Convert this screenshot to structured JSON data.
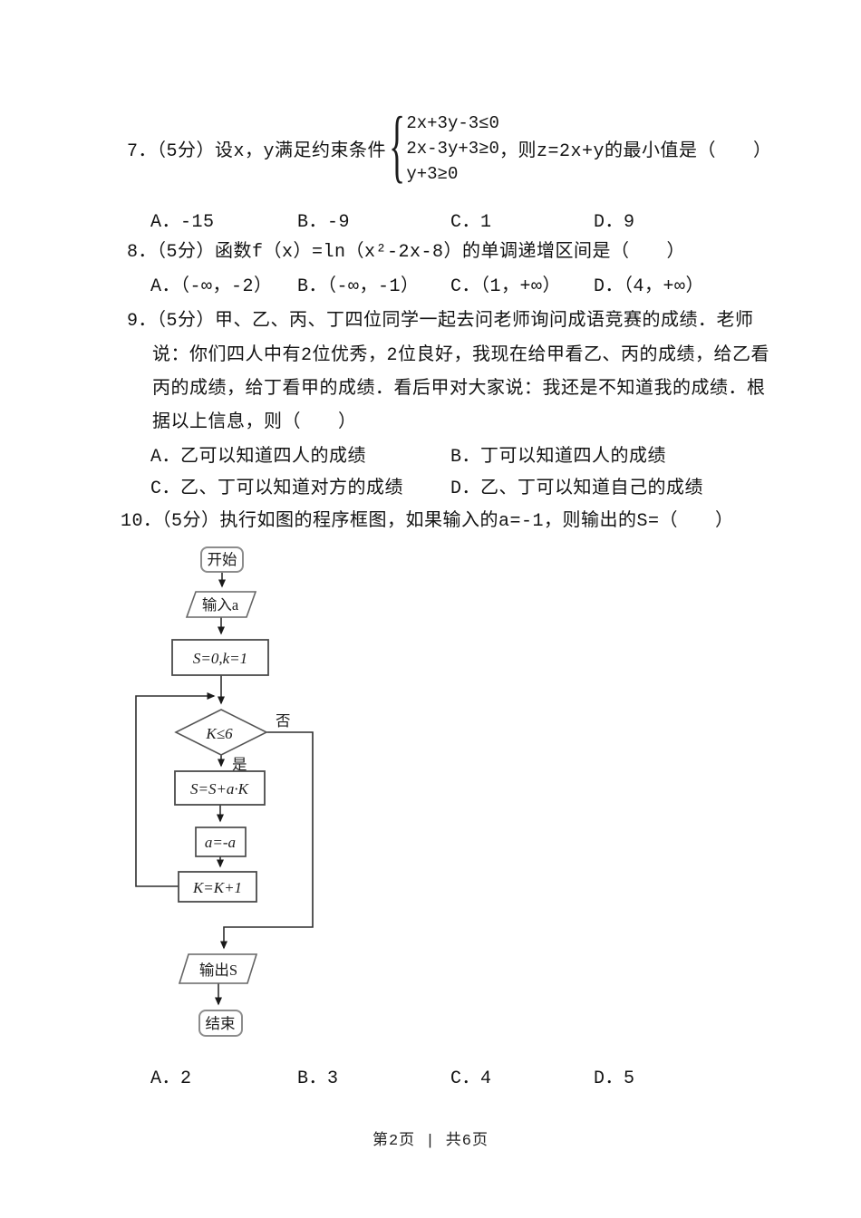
{
  "questions": {
    "q7": {
      "stem_prefix": "7．（5分）设x，y满足约束条件",
      "constraints": [
        "2x+3y-3≤0",
        "2x-3y+3≥0",
        "y+3≥0"
      ],
      "stem_suffix": "，则z=2x+y的最小值是（　　）",
      "options": [
        "A．-15",
        "B．-9",
        "C．1",
        "D．9"
      ]
    },
    "q8": {
      "stem": "8．（5分）函数f（x）=ln（x²-2x-8）的单调递增区间是（　　）",
      "options": [
        "A．（-∞，-2）",
        "B．（-∞，-1）",
        "C．（1，+∞）",
        "D．（4，+∞）"
      ]
    },
    "q9": {
      "lines": [
        "9．（5分）甲、乙、丙、丁四位同学一起去问老师询问成语竞赛的成绩．老师",
        "说：你们四人中有2位优秀，2位良好，我现在给甲看乙、丙的成绩，给乙看",
        "丙的成绩，给丁看甲的成绩．看后甲对大家说：我还是不知道我的成绩．根",
        "据以上信息，则（　　）"
      ],
      "options": [
        "A．乙可以知道四人的成绩",
        "B．丁可以知道四人的成绩",
        "C．乙、丁可以知道对方的成绩",
        "D．乙、丁可以知道自己的成绩"
      ]
    },
    "q10": {
      "stem": "10．（5分）执行如图的程序框图，如果输入的a=-1，则输出的S=（　　）",
      "options": [
        "A．2",
        "B．3",
        "C．4",
        "D．5"
      ]
    }
  },
  "flowchart": {
    "start": "开始",
    "input": "输入a",
    "init": "S=0,k=1",
    "condition": "K≤6",
    "no_label": "否",
    "yes_label": "是",
    "accumulate": "S=S+a·K",
    "negate": "a=-a",
    "increment": "K=K+1",
    "output": "输出S",
    "end": "结束"
  },
  "footer": {
    "page_indicator": "第2页 | 共6页"
  }
}
